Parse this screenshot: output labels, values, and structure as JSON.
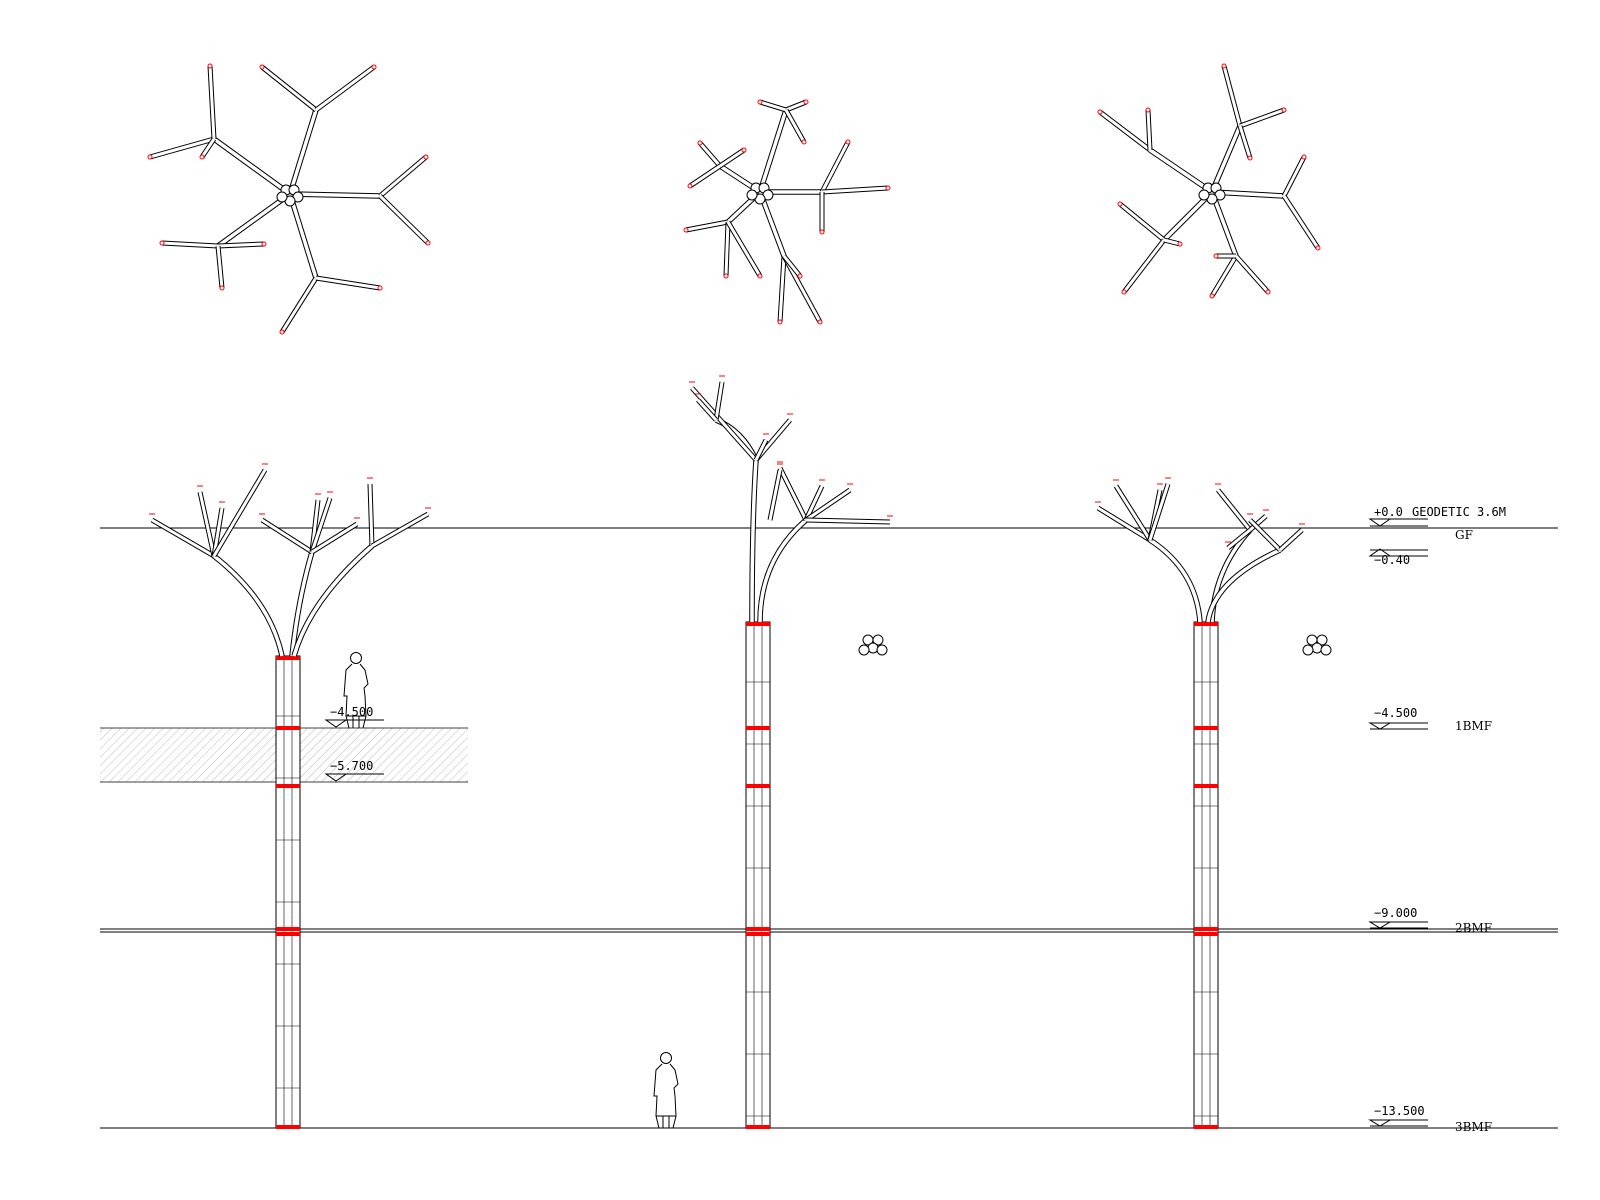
{
  "levels": {
    "ground": {
      "elevation": "+0.0",
      "note": "GEODETIC 3.6M",
      "name": "GF"
    },
    "ground_finish": {
      "elevation": "−0.40"
    },
    "b1": {
      "elevation": "−4.500",
      "name": "1BMF"
    },
    "b2": {
      "elevation": "−9.000",
      "name": "2BMF"
    },
    "b3": {
      "elevation": "−13.500",
      "name": "3BMF"
    },
    "section_top": {
      "elevation": "−4.500"
    },
    "section_bottom": {
      "elevation": "−5.700"
    }
  },
  "colors": {
    "line": "#000000",
    "accent": "#ff0000",
    "hatch": "#9a9a9a"
  }
}
